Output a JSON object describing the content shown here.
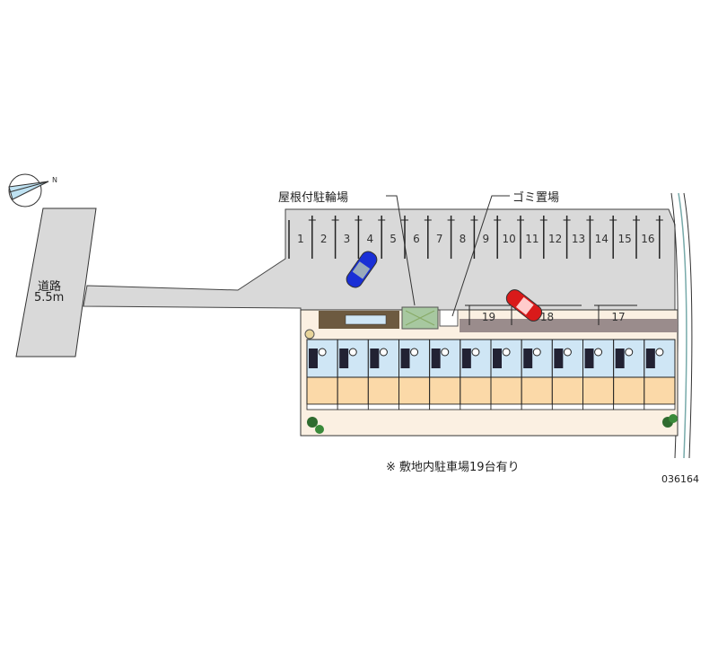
{
  "labels": {
    "bicycle_parking": "屋根付駐輪場",
    "garbage": "ゴミ置場",
    "road_name": "道路",
    "road_width": "5.5m",
    "note": "※ 敷地内駐車場19台有り",
    "code": "036164",
    "compass_north": "N"
  },
  "parking": {
    "top_row": [
      "1",
      "2",
      "3",
      "4",
      "5",
      "6",
      "7",
      "8",
      "9",
      "10",
      "11",
      "12",
      "13",
      "14",
      "15",
      "16"
    ],
    "bottom_row": [
      "19",
      "18",
      "17"
    ]
  },
  "building": {
    "unit_count": 12
  },
  "colors": {
    "lot": "#d9d9d9",
    "unit_upper": "#cfe6f5",
    "unit_lower": "#fbd9a8",
    "car_blue": "#1a2fd6",
    "car_red": "#d91a1a",
    "pavement": "#fbf0e2",
    "trim": "#9a8c8c"
  }
}
